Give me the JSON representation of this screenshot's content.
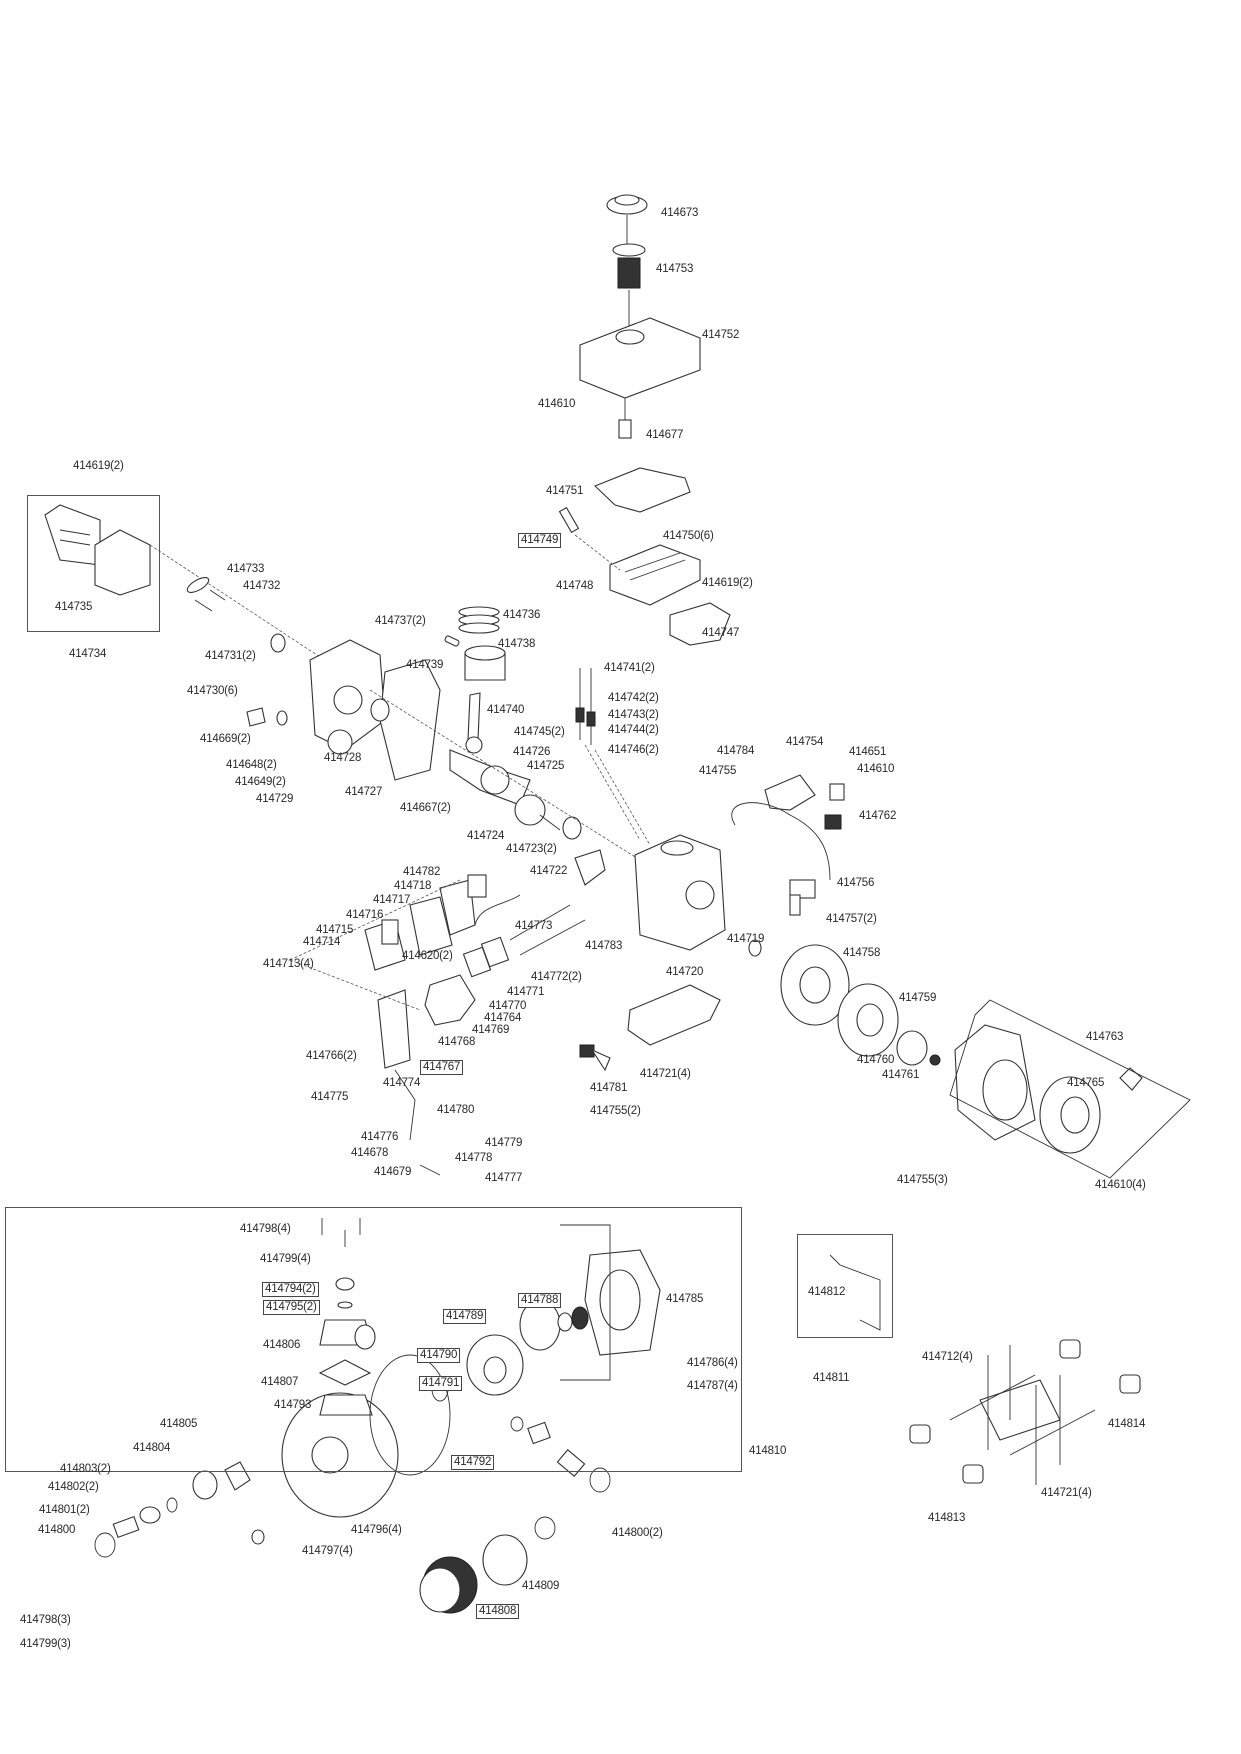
{
  "title": "Engine / Water Pump Exploded Parts Diagram",
  "groups": {
    "muffler_assembly": "414734",
    "pump_assembly": "414810",
    "handle_assembly": "414811",
    "recoil_assembly": "414763"
  },
  "labels": {
    "fuel_cap": "414673",
    "fuel_strainer": "414753",
    "fuel_tank": "414752",
    "tank_nut": "414610",
    "fuel_valve": "414677",
    "head_cover": "414751",
    "spark_plug": "414749",
    "head_bolts": "414750(6)",
    "cylinder_head": "414748",
    "head_nuts": "414619(2)",
    "head_gasket": "414747",
    "muffler_nuts": "414619(2)",
    "muffler_gasket": "414733",
    "muffler_studs": "414732",
    "muffler_guard": "414735",
    "oil_seal": "414731(2)",
    "crankcase_bolts": "414730(6)",
    "oil_dipstick": "414669(2)",
    "drain_bolt": "414648(2)",
    "drain_washer": "414649(2)",
    "crankcase_cover": "414729",
    "governor_gear": "414728",
    "cover_gasket": "414727",
    "dowel_pin": "414667(2)",
    "piston_clip": "414737(2)",
    "piston_rings": "414736",
    "piston": "414738",
    "piston_pin": "414739",
    "connecting_rod": "414740",
    "crankshaft": "414726",
    "crank_key": "414725",
    "valves": "414741(2)",
    "valve_spring_seat": "414742(2)",
    "valve_spring": "414743(2)",
    "valve_retainer": "414744(2)",
    "valve_stem_seal": "414745(2)",
    "valve_rotator": "414746(2)",
    "camshaft": "414724",
    "bearing": "414723(2)",
    "rocker": "414722",
    "breather_tube": "414782",
    "breather_gasket": "414718",
    "breather_plate": "414717",
    "breather_gasket2": "414716",
    "breather_filter": "414715",
    "breather_cover": "414714",
    "breather_bolts": "414713(4)",
    "fuel_hose": "414773",
    "hose_clamp": "414620(2)",
    "intake_studs": "414772(2)",
    "insulator_gasket": "414771",
    "insulator": "414770",
    "carb_gasket": "414764",
    "carburetor": "414769",
    "air_gasket": "414768",
    "air_filter_nuts": "414766(2)",
    "air_filter": "414767",
    "choke_rod": "414774",
    "governor_spring": "414775",
    "governor_arm": "414776",
    "arm_nut": "414678",
    "arm_bolt": "414679",
    "throttle_spring": "414777",
    "governor_shaft": "414780",
    "shaft_pin": "414779",
    "shaft_washer": "414778",
    "oil_sensor": "414783",
    "cylinder_block": "414719",
    "shroud_bolt": "414784",
    "shroud": "414754",
    "shroud_nut": "414755",
    "switch": "414651",
    "switch_nut": "414610",
    "oil_alert": "414762",
    "ignition_coil": "414756",
    "coil_bolts": "414757(2)",
    "flywheel": "414758",
    "fan": "414759",
    "starter_cup": "414760",
    "flywheel_nut": "414761",
    "base_plate": "414720",
    "base_bolts": "414721(4)",
    "control_lever": "414781",
    "lever_nuts": "414755(2)",
    "recoil_starter": "414765",
    "fan_cover_nuts": "414755(3)",
    "recoil_nuts": "414610(4)",
    "pump_bolts_top": "414798(4)",
    "pump_washers_top": "414799(4)",
    "priming_plug": "414794(2)",
    "plug_oring": "414795(2)",
    "outlet_housing": "414806",
    "outlet_gasket": "414807",
    "pump_casing": "414793",
    "volute_oring": "414792",
    "impeller_oring": "414791",
    "volute": "414790",
    "impeller": "414789",
    "mech_seal": "414788",
    "pump_bracket": "414785",
    "bracket_nuts": "414786(4)",
    "bracket_bolts": "414787(4)",
    "inlet_flange": "414805",
    "inlet_housing": "414804",
    "flange_gasket": "414803(2)",
    "hose_nut": "414802(2)",
    "hose_barb": "414801(2)",
    "hose_clamp_inlet": "414800",
    "drain_washer_pump": "414796(4)",
    "drain_bolt_pump": "414797(4)",
    "pump_bolts_bottom": "414798(3)",
    "pump_washers_bottom": "414799(3)",
    "hose_clamps": "414800(2)",
    "strainer": "414808",
    "strainer_cap": "414809",
    "handle_grip": "414812",
    "frame_nuts": "414712(4)",
    "frame": "414814",
    "frame_bolts": "414721(4)",
    "frame_cap": "414813"
  }
}
